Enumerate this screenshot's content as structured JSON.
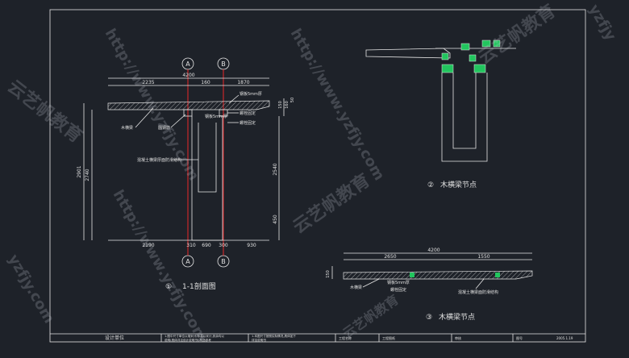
{
  "diagram": {
    "axes": {
      "a": "A",
      "b": "B"
    },
    "view1": {
      "title_num": "①",
      "title": "1-1剖面图",
      "dims_top": [
        "4200",
        "2235",
        "160",
        "1870"
      ],
      "dims_bottom": [
        "2190",
        "310",
        "690",
        "300",
        "930"
      ],
      "dims_left": [
        "2901",
        "2740"
      ],
      "dims_right_top": [
        "150",
        "160",
        "50"
      ],
      "dims_right_mid": [
        "2540",
        "450"
      ],
      "labels": {
        "wood_beam": "木横梁",
        "round_steel": "圆钢筋",
        "steel_plate_top": "钢板5mm厚",
        "steel_plate_mid": "钢板5mm厚",
        "bolt_1": "螺栓固定",
        "bolt_2": "螺栓固定",
        "concrete": "混凝土横梁厚面防滑结构"
      }
    },
    "view2": {
      "title_num": "②",
      "title": "木横梁节点"
    },
    "view3": {
      "title_num": "③",
      "title": "木横梁节点",
      "dims_top": [
        "4200",
        "2650",
        "1550"
      ],
      "dim_left": "150",
      "labels": {
        "wood_beam": "木横梁",
        "steel_plate": "钢板5mm厚",
        "bolt": "螺栓固定",
        "concrete": "混凝土横梁面防滑结构"
      }
    },
    "title_block": {
      "unit": "设计单位",
      "note_1": "1.图中尺寸单位以毫米计,标高以米计,其余均以",
      "note_2": "说明(具体详见设计说明书),构造参考",
      "note_3": "1.本图尺寸按照实际情况,具体如下",
      "note_4": "详见说明书",
      "project_label": "工程名称",
      "drawing_label": "工程图纸",
      "checker_label": "审核",
      "no_label": "图号",
      "date": "2005.1.19"
    },
    "watermarks": [
      "云艺帆教育",
      "http://www.yzfjy.com",
      "云艺帆教育",
      "http://www.yzfjy.com",
      "云艺帆教育",
      "http://www.yzfjy.com",
      "yzfjy",
      "yzfjy.com",
      "云艺帆教育"
    ]
  }
}
